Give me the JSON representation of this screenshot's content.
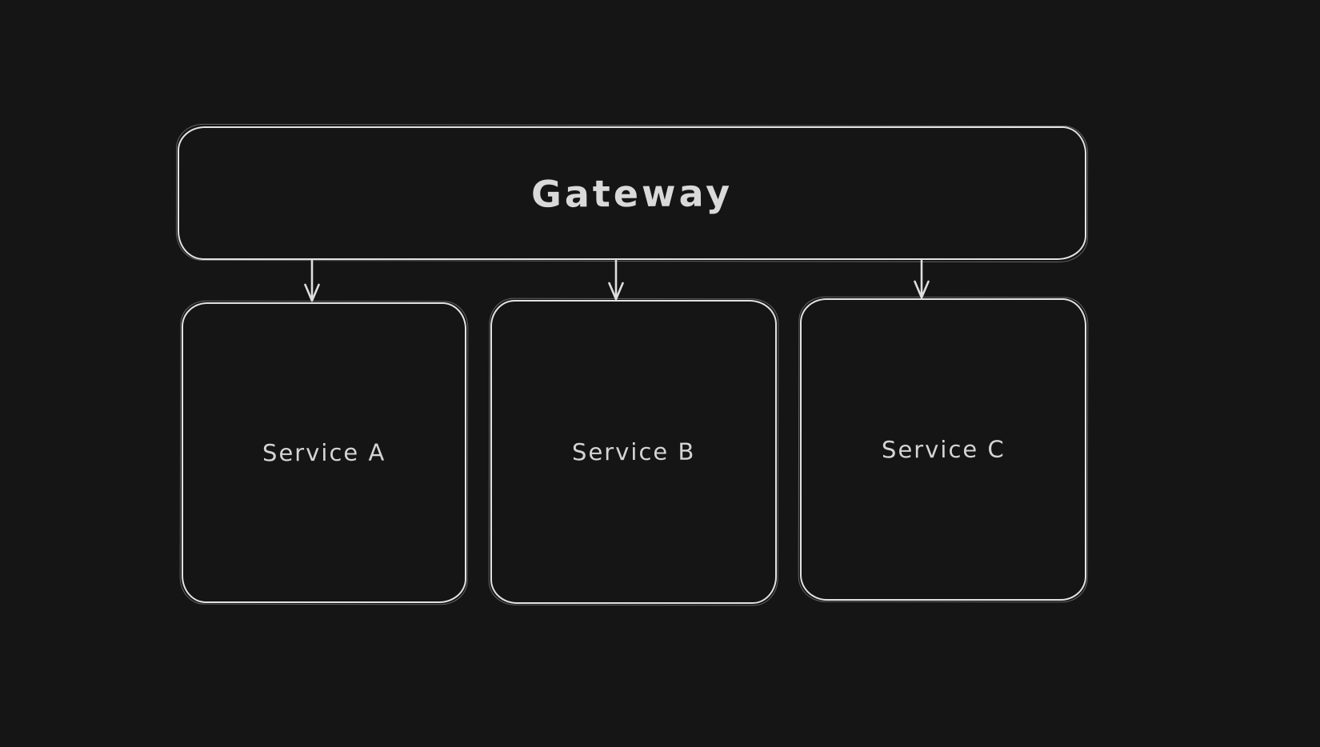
{
  "diagram": {
    "style": "hand-drawn",
    "colors": {
      "background": "#151515",
      "stroke": "#e2e2e2",
      "text": "#d6d6d6"
    },
    "nodes": [
      {
        "id": "gateway",
        "label": "Gateway",
        "shape": "rounded-rectangle"
      },
      {
        "id": "service-a",
        "label": "Service A",
        "shape": "rounded-rectangle"
      },
      {
        "id": "service-b",
        "label": "Service B",
        "shape": "rounded-rectangle"
      },
      {
        "id": "service-c",
        "label": "Service C",
        "shape": "rounded-rectangle"
      }
    ],
    "edges": [
      {
        "from": "Gateway",
        "to": "Service A",
        "type": "arrow",
        "direction": "down"
      },
      {
        "from": "Gateway",
        "to": "Service B",
        "type": "arrow",
        "direction": "down"
      },
      {
        "from": "Gateway",
        "to": "Service C",
        "type": "arrow",
        "direction": "down"
      }
    ]
  }
}
